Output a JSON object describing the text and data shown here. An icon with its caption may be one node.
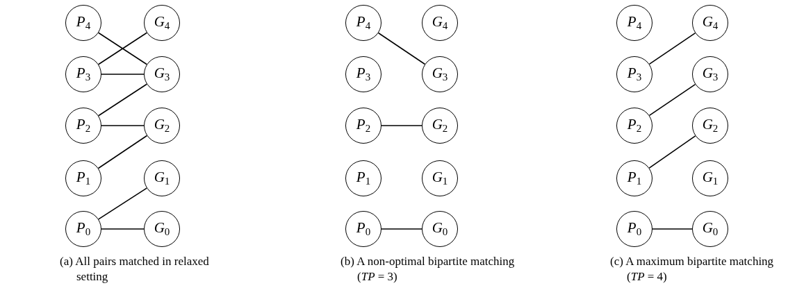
{
  "diagram": {
    "nodes": [
      {
        "text": [
          "*P*$_{4}$"
        ]
      },
      {
        "text": [
          "*G*$_{4}$"
        ]
      },
      {
        "text": [
          "*P*$_{3}$"
        ]
      },
      {
        "text": [
          "*G*$_{3}$"
        ]
      },
      {
        "text": [
          "*P*$_{2}$"
        ]
      },
      {
        "text": [
          "*G*$_{2}$"
        ]
      },
      {
        "text": [
          "*P*$_{1}$"
        ]
      },
      {
        "text": [
          "*G*$_{1}$"
        ]
      },
      {
        "text": [
          "*P*$_{0}$"
        ]
      },
      {
        "text": [
          "*G*$_{0}$"
        ]
      },
      {
        "text": [
          "*P*$_{4}$"
        ]
      },
      {
        "text": [
          "*G*$_{4}$"
        ]
      },
      {
        "text": [
          "*P*$_{3}$"
        ]
      },
      {
        "text": [
          "*G*$_{3}$"
        ]
      },
      {
        "text": [
          "*P*$_{2}$"
        ]
      },
      {
        "text": [
          "*G*$_{2}$"
        ]
      },
      {
        "text": [
          "*P*$_{1}$"
        ]
      },
      {
        "text": [
          "*G*$_{1}$"
        ]
      },
      {
        "text": [
          "*P*$_{0}$"
        ]
      },
      {
        "text": [
          "*G*$_{0}$"
        ]
      },
      {
        "text": [
          "*P*$_{4}$"
        ]
      },
      {
        "text": [
          "*G*$_{4}$"
        ]
      },
      {
        "text": [
          "*P*$_{3}$"
        ]
      },
      {
        "text": [
          "*G*$_{3}$"
        ]
      },
      {
        "text": [
          "*P*$_{2}$"
        ]
      },
      {
        "text": [
          "*G*$_{2}$"
        ]
      },
      {
        "text": [
          "*P*$_{1}$"
        ]
      },
      {
        "text": [
          "*G*$_{1}$"
        ]
      },
      {
        "text": [
          "*P*$_{0}$"
        ]
      },
      {
        "text": [
          "*G*$_{0}$"
        ]
      }
    ],
    "edges": [
      {
        "from": 0,
        "to": 3,
        "arrow": "none"
      },
      {
        "from": 2,
        "to": 1,
        "arrow": "none"
      },
      {
        "from": 2,
        "to": 3,
        "arrow": "none"
      },
      {
        "from": 4,
        "to": 3,
        "arrow": "none"
      },
      {
        "from": 4,
        "to": 5,
        "arrow": "none"
      },
      {
        "from": 6,
        "to": 5,
        "arrow": "none"
      },
      {
        "from": 8,
        "to": 7,
        "arrow": "none"
      },
      {
        "from": 8,
        "to": 9,
        "arrow": "none"
      },
      {
        "from": 10,
        "to": 13,
        "arrow": "none"
      },
      {
        "from": 14,
        "to": 15,
        "arrow": "none"
      },
      {
        "from": 18,
        "to": 19,
        "arrow": "none"
      },
      {
        "from": 22,
        "to": 21,
        "arrow": "none"
      },
      {
        "from": 24,
        "to": 23,
        "arrow": "none"
      },
      {
        "from": 26,
        "to": 25,
        "arrow": "none"
      },
      {
        "from": 28,
        "to": 29,
        "arrow": "none"
      }
    ],
    "labels": [
      "(a) All pairs matched in relaxed setting",
      "(b) A non-optimal bipartite matching (*TP* = 3)",
      "(c) A maximum bipartite matching (*TP* = 4)"
    ]
  }
}
